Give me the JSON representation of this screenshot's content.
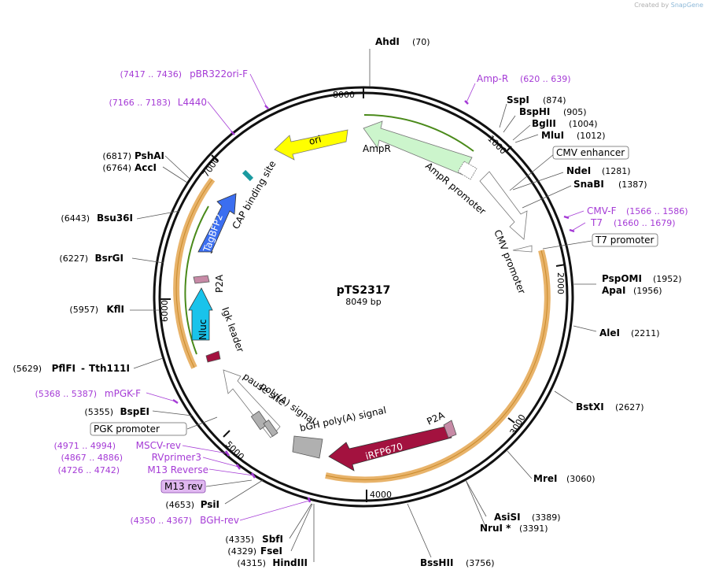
{
  "credit": {
    "prefix": "Created by",
    "brand": "SnapGene"
  },
  "plasmid": {
    "name": "pTS2317",
    "length_label": "8049 bp"
  },
  "ticks": [
    "1000",
    "2000",
    "3000",
    "4000",
    "5000",
    "6000",
    "7000",
    "8000"
  ],
  "enzymes": [
    {
      "name": "AhdI",
      "pos": "(70)"
    },
    {
      "name": "SspI",
      "pos": "(874)"
    },
    {
      "name": "BspHI",
      "pos": "(905)"
    },
    {
      "name": "BglII",
      "pos": "(1004)"
    },
    {
      "name": "MluI",
      "pos": "(1012)"
    },
    {
      "name": "NdeI",
      "pos": "(1281)"
    },
    {
      "name": "SnaBI",
      "pos": "(1387)"
    },
    {
      "name": "PspOMI",
      "pos": "(1952)"
    },
    {
      "name": "ApaI",
      "pos": "(1956)"
    },
    {
      "name": "AleI",
      "pos": "(2211)"
    },
    {
      "name": "BstXI",
      "pos": "(2627)"
    },
    {
      "name": "MreI",
      "pos": "(3060)"
    },
    {
      "name": "AsiSI",
      "pos": "(3389)"
    },
    {
      "name": "NruI *",
      "pos": "(3391)"
    },
    {
      "name": "BssHII",
      "pos": "(3756)"
    },
    {
      "name": "HindIII",
      "pos": "(4315)"
    },
    {
      "name": "FseI",
      "pos": "(4329)"
    },
    {
      "name": "SbfI",
      "pos": "(4335)"
    },
    {
      "name": "PsiI",
      "pos": "(4653)"
    },
    {
      "name": "BspEI",
      "pos": "(5355)"
    },
    {
      "name": "PflFI",
      "pos": "(5629)"
    },
    {
      "name": "Tth111I",
      "pos": ""
    },
    {
      "name": "KflI",
      "pos": "(5957)"
    },
    {
      "name": "BsrGI",
      "pos": "(6227)"
    },
    {
      "name": "Bsu36I",
      "pos": "(6443)"
    },
    {
      "name": "AccI",
      "pos": "(6764)"
    },
    {
      "name": "PshAI",
      "pos": "(6817)"
    }
  ],
  "primers": [
    {
      "name": "Amp-R",
      "pos": "(620 .. 639)"
    },
    {
      "name": "CMV-F",
      "pos": "(1566 .. 1586)"
    },
    {
      "name": "T7",
      "pos": "(1660 .. 1679)"
    },
    {
      "name": "BGH-rev",
      "pos": "(4350 .. 4367)"
    },
    {
      "name": "M13 Reverse",
      "pos": "(4726 .. 4742)"
    },
    {
      "name": "RVprimer3",
      "pos": "(4867 .. 4886)"
    },
    {
      "name": "MSCV-rev",
      "pos": "(4971 .. 4994)"
    },
    {
      "name": "mPGK-F",
      "pos": "(5368 .. 5387)"
    },
    {
      "name": "L4440",
      "pos": "(7166 .. 7183)"
    },
    {
      "name": "pBR322ori-F",
      "pos": "(7417 .. 7436)"
    }
  ],
  "boxed_features": [
    "CMV enhancer",
    "T7 promoter",
    "PGK promoter",
    "M13 rev"
  ],
  "features": [
    "AmpR",
    "AmpR promoter",
    "CMV promoter",
    "ori",
    "CAP binding site",
    "mTagBFP2",
    "P2A",
    "Nluc",
    "Igk leader",
    "pause site",
    "poly(A) signal",
    "bGH poly(A) signal",
    "iRFP670",
    "P2A"
  ],
  "colors": {
    "ampr": "#ccf5cc",
    "ori": "#ffff00",
    "mtagbfp2": "#3b6ef0",
    "nluc": "#19c3eb",
    "irfp670": "#a3123f",
    "p2a": "#c78aa6",
    "primer": "#a53bd6",
    "orf_outline": "#e8b36a"
  }
}
